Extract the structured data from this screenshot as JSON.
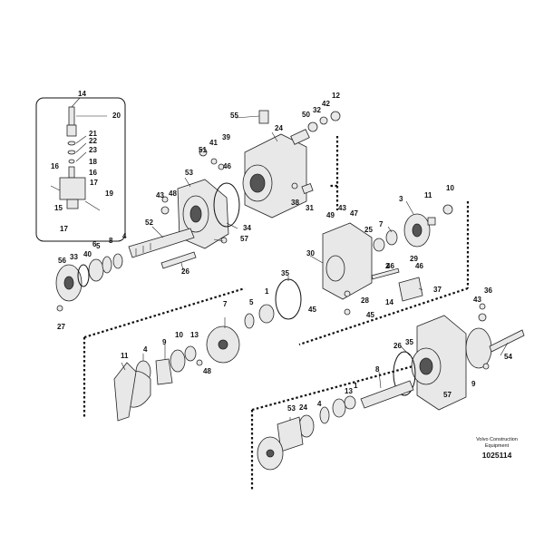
{
  "caption": {
    "line1": "Volvo Construction",
    "line2": "Equipment",
    "code": "1025114"
  },
  "callouts": [
    "14",
    "20",
    "21",
    "22",
    "23",
    "18",
    "16",
    "16",
    "15",
    "17",
    "17",
    "19",
    "55",
    "24",
    "12",
    "42",
    "50",
    "32",
    "51",
    "41",
    "39",
    "53",
    "46",
    "43",
    "48",
    "52",
    "34",
    "57",
    "38",
    "31",
    "8",
    "4",
    "5",
    "33",
    "40",
    "6",
    "26",
    "56",
    "27",
    "3",
    "11",
    "10",
    "49",
    "43",
    "47",
    "25",
    "7",
    "30",
    "35",
    "45",
    "46",
    "29",
    "14",
    "37",
    "28",
    "45",
    "46",
    "2",
    "7",
    "5",
    "1",
    "9",
    "10",
    "13",
    "4",
    "11",
    "48",
    "43",
    "36",
    "35",
    "26",
    "54",
    "8",
    "4",
    "13",
    "1",
    "24",
    "53",
    "57",
    "9"
  ]
}
